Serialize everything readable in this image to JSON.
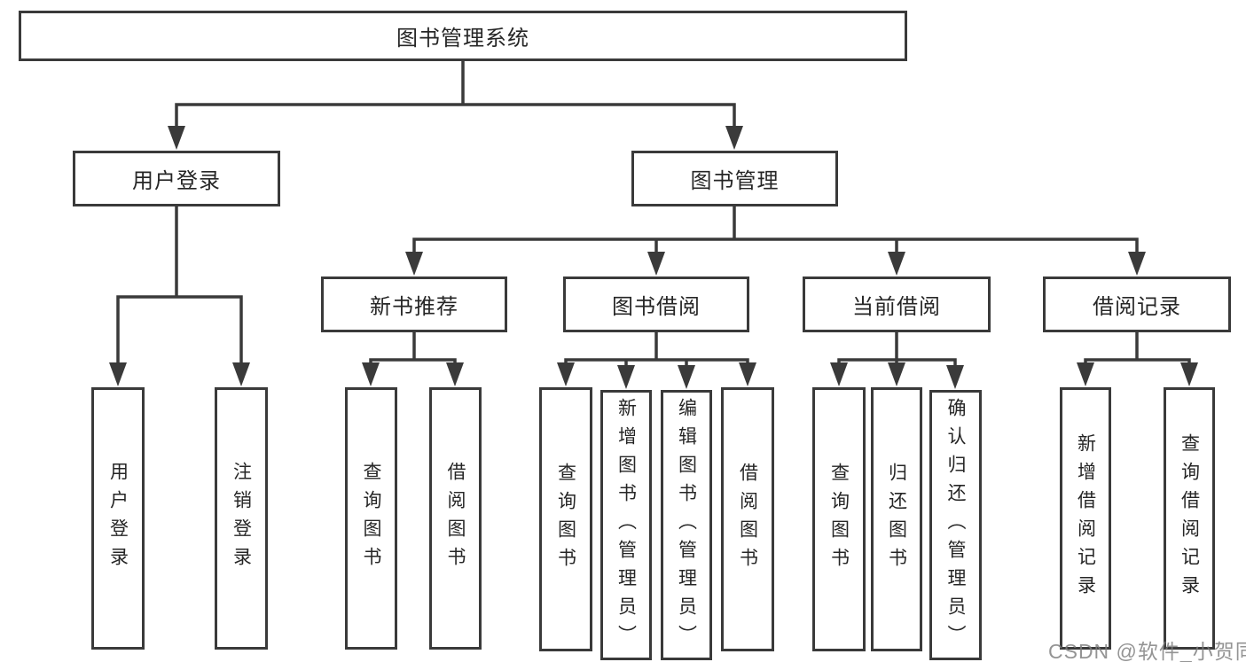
{
  "diagram": {
    "type": "hierarchy-tree",
    "watermark": "CSDN @软件_小贺同学",
    "colors": {
      "line": "#3a3a3a",
      "box_border": "#3a3a3a",
      "box_fill": "#ffffff",
      "text": "#262626",
      "background": "#ffffff",
      "watermark": "#7d7d7d"
    },
    "nodes": {
      "root": "图书管理系统",
      "user_login": "用户登录",
      "book_management": "图书管理",
      "new_book_recommend": "新书推荐",
      "book_borrowing": "图书借阅",
      "current_borrowing": "当前借阅",
      "borrowing_records": "借阅记录",
      "leaf_user_login": "用户登录",
      "leaf_logout": "注销登录",
      "leaf_recommend_query_books": "查询图书",
      "leaf_recommend_borrow_books": "借阅图书",
      "leaf_borrowing_query_books": "查询图书",
      "leaf_borrowing_add_books_admin": "新增图书（管理员）",
      "leaf_borrowing_edit_books_admin": "编辑图书（管理员）",
      "leaf_borrowing_borrow_books": "借阅图书",
      "leaf_current_query_books": "查询图书",
      "leaf_current_return_books": "归还图书",
      "leaf_current_confirm_return_admin": "确认归还（管理员）",
      "leaf_records_add_record": "新增借阅记录",
      "leaf_records_query_record": "查询借阅记录"
    },
    "edges": [
      "root->user_login",
      "root->book_management",
      "user_login->leaf_user_login",
      "user_login->leaf_logout",
      "book_management->new_book_recommend",
      "book_management->book_borrowing",
      "book_management->current_borrowing",
      "book_management->borrowing_records",
      "new_book_recommend->leaf_recommend_query_books",
      "new_book_recommend->leaf_recommend_borrow_books",
      "book_borrowing->leaf_borrowing_query_books",
      "book_borrowing->leaf_borrowing_add_books_admin",
      "book_borrowing->leaf_borrowing_edit_books_admin",
      "book_borrowing->leaf_borrowing_borrow_books",
      "current_borrowing->leaf_current_query_books",
      "current_borrowing->leaf_current_return_books",
      "current_borrowing->leaf_current_confirm_return_admin",
      "borrowing_records->leaf_records_add_record",
      "borrowing_records->leaf_records_query_record"
    ]
  }
}
